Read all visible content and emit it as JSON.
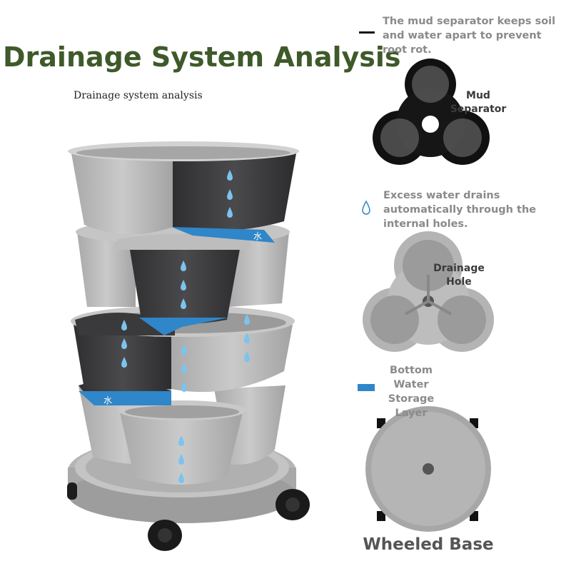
{
  "header": {
    "title": "Drainage System Analysis",
    "subtitle": "Drainage system analysis"
  },
  "callouts": {
    "mud_separator_note": "The mud separator keeps soil and water apart to prevent root rot.",
    "drain_note": "Excess water drains automatically through the internal holes.",
    "storage_note": "Bottom Water Storage Layer"
  },
  "labels": {
    "mud_separator": "Mud Separator",
    "drainage_hole": "Drainage Hole",
    "wheeled_base": "Wheeled Base",
    "water_char": "水"
  },
  "colors": {
    "title_green": "#3f5a2a",
    "water_blue": "#2f86c9",
    "pot_light": "#b9b9b9",
    "pot_dark": "#3c3c3e"
  }
}
